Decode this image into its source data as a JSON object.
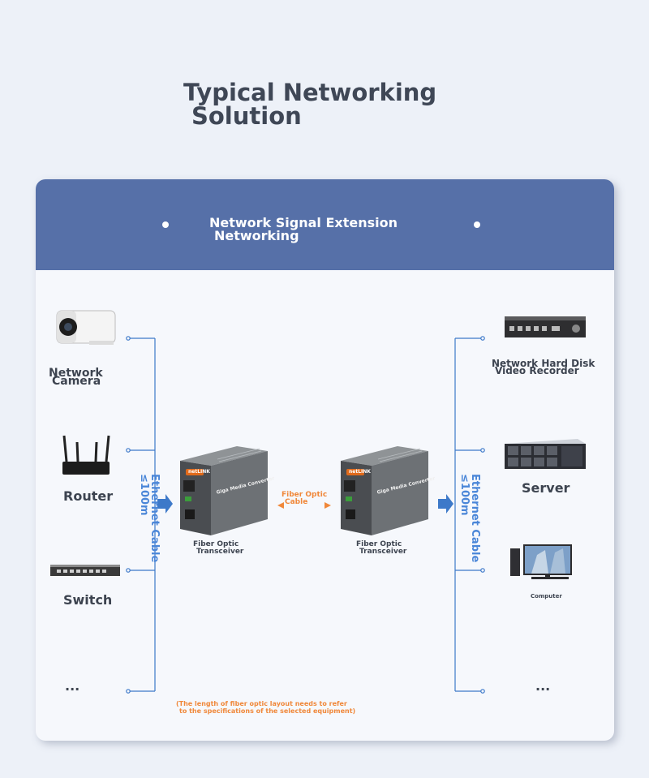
{
  "title": {
    "line1": "Typical Networking",
    "line2": "Solution"
  },
  "banner": {
    "line1": "Network Signal Extension",
    "line2": "Networking"
  },
  "left_devices": {
    "camera": {
      "line1": "Network",
      "line2": "Camera"
    },
    "router": "Router",
    "switch": "Switch",
    "more": "..."
  },
  "right_devices": {
    "nvr": {
      "line1": "Network Hard Disk",
      "line2": "Video Recorder"
    },
    "server": "Server",
    "computer": "Computer",
    "more": "..."
  },
  "cable_left": {
    "line1": "Ethernet Cable",
    "line2": "≤100m"
  },
  "cable_right": {
    "line1": "Ethernet Cable",
    "line2": "≤100m"
  },
  "transceiver_left": {
    "line1": "Fiber Optic",
    "line2": "Transceiver",
    "brand": "netLINK",
    "face": "Giga Media Converter"
  },
  "transceiver_right": {
    "line1": "Fiber Optic",
    "line2": "Transceiver",
    "brand": "netLINK",
    "face": "Giga Media Converter"
  },
  "fiber": {
    "line1": "Fiber Optic",
    "line2": "Cable"
  },
  "note": {
    "line1": "(The length of fiber optic layout needs to refer",
    "line2": "to the specifications of the selected equipment)"
  },
  "colors": {
    "banner": "#5670a8",
    "accent_blue": "#4a86d8",
    "accent_orange": "#f0883a",
    "text": "#3d4450"
  }
}
